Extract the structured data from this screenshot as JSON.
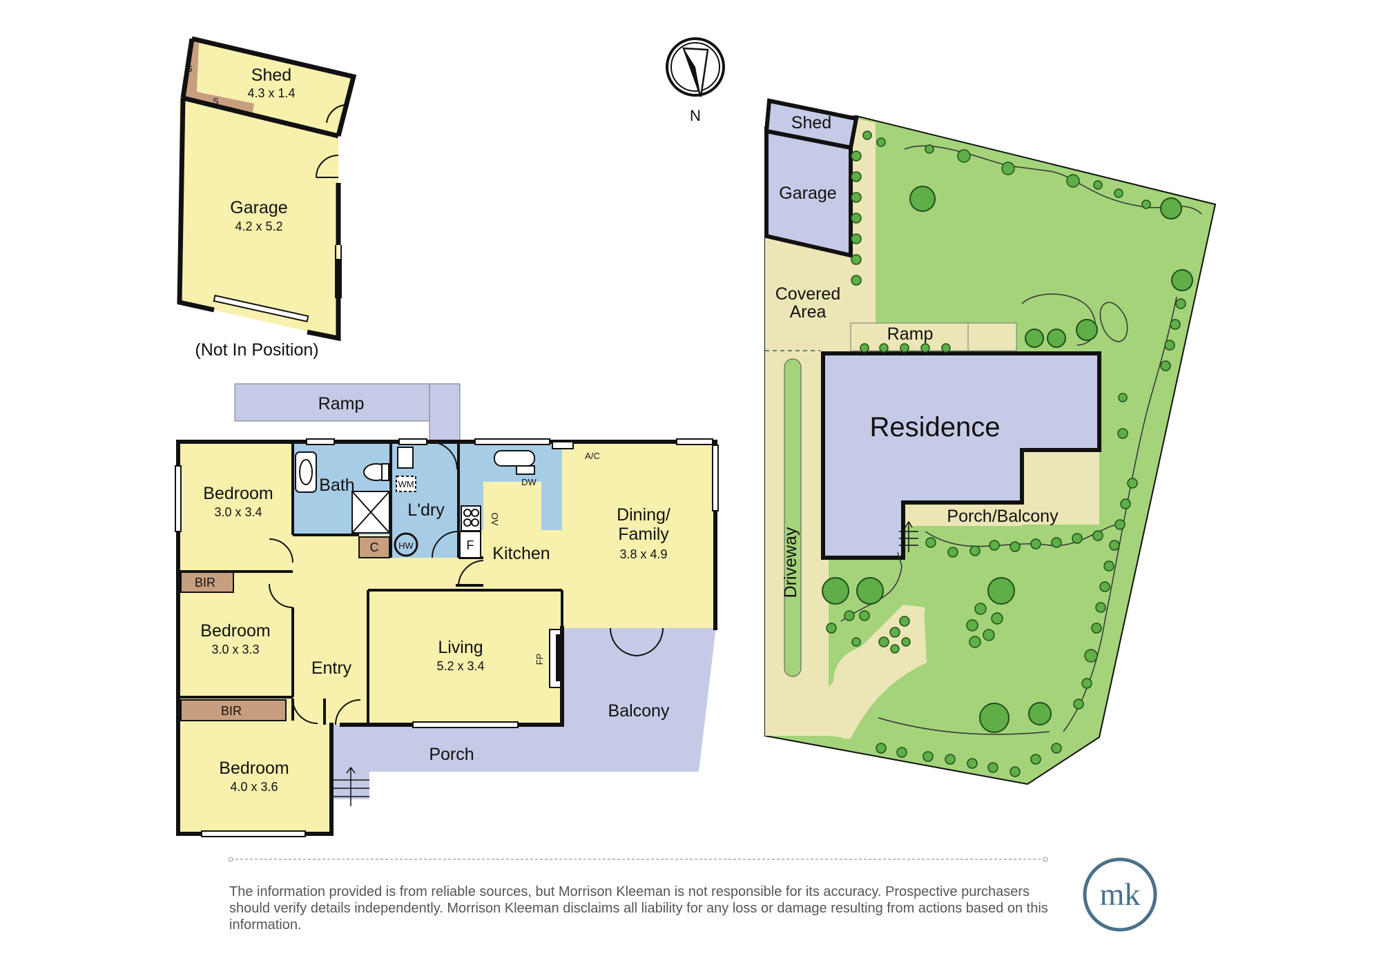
{
  "colors": {
    "room_yellow": "#f7f1ad",
    "wet_blue": "#a7cde6",
    "deck_lavender": "#c5cbe6",
    "garden_green": "#a4d37a",
    "path_beige": "#ece6b6",
    "brown": "#c79f7f",
    "tree_green": "#5fae48",
    "logo_blue": "#4b7189",
    "outline": "#111111"
  },
  "compass": {
    "label": "N"
  },
  "outbuildings": {
    "shed": {
      "name": "Shed",
      "dim": "4.3 x 1.4",
      "s1": "S",
      "s2": "S"
    },
    "garage": {
      "name": "Garage",
      "dim": "4.2 x 5.2"
    },
    "note": "(Not In Position)"
  },
  "house": {
    "ramp": "Ramp",
    "bedroom1": {
      "name": "Bedroom",
      "dim": "3.0 x 3.4"
    },
    "bir1": "BIR",
    "bedroom2": {
      "name": "Bedroom",
      "dim": "3.0 x 3.3"
    },
    "bir2": "BIR",
    "bedroom3": {
      "name": "Bedroom",
      "dim": "4.0 x 3.6"
    },
    "bath": "Bath",
    "laundry": "L'dry",
    "wm": "WM",
    "hw": "HW",
    "c": "C",
    "kitchen": "Kitchen",
    "dw": "DW",
    "ov": "OV",
    "f": "F",
    "ac": "A/C",
    "dining": {
      "name_line1": "Dining/",
      "name_line2": "Family",
      "dim": "3.8 x 4.9"
    },
    "living": {
      "name": "Living",
      "dim": "5.2 x 3.4"
    },
    "fp": "FP",
    "entry": "Entry",
    "balcony": "Balcony",
    "porch": "Porch"
  },
  "site": {
    "shed": "Shed",
    "garage": "Garage",
    "covered_line1": "Covered",
    "covered_line2": "Area",
    "ramp": "Ramp",
    "residence": "Residence",
    "porch_balcony": "Porch/Balcony",
    "driveway": "Driveway"
  },
  "disclaimer": "The information provided is from reliable sources, but Morrison Kleeman is not responsible for its accuracy. Prospective purchasers should verify details independently. Morrison Kleeman disclaims all liability for any loss or damage resulting from actions based on this information.",
  "logo": {
    "text": "mk"
  }
}
